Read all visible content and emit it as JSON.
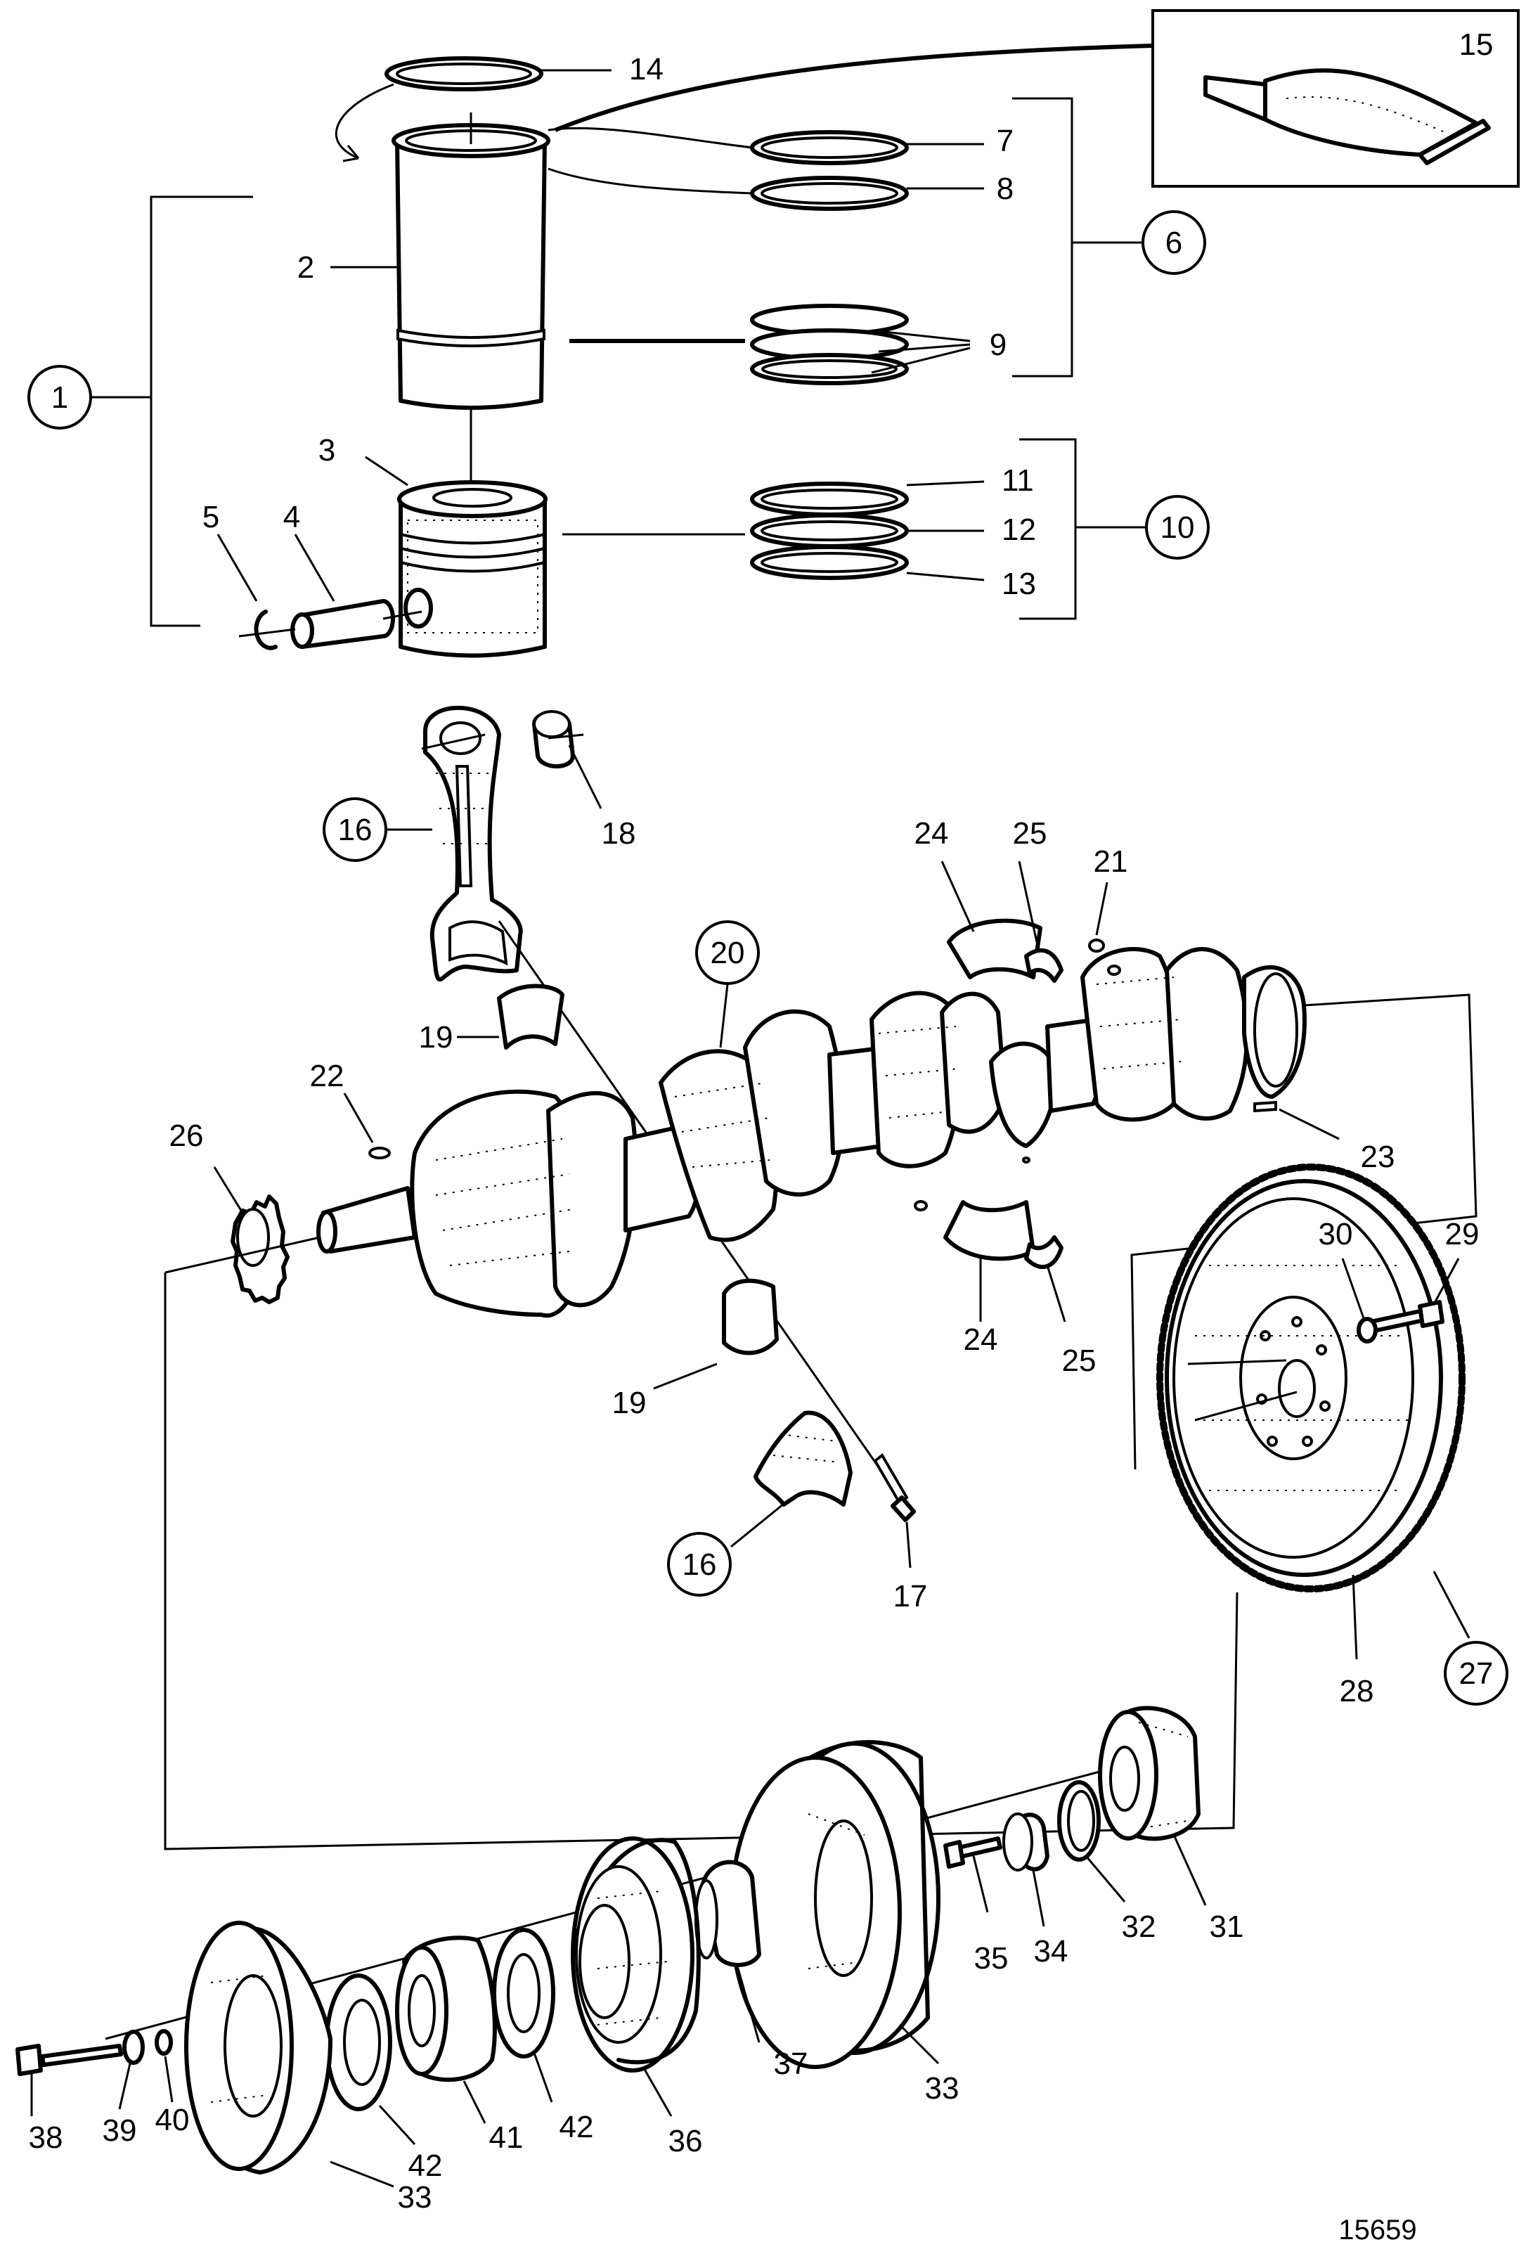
{
  "drawing_number": "15659",
  "callouts": {
    "c1": "1",
    "c2": "2",
    "c3": "3",
    "c4": "4",
    "c5": "5",
    "c6": "6",
    "c7": "7",
    "c8": "8",
    "c9": "9",
    "c10": "10",
    "c11": "11",
    "c12": "12",
    "c13": "13",
    "c14": "14",
    "c15": "15",
    "c16a": "16",
    "c16b": "16",
    "c17": "17",
    "c18": "18",
    "c19a": "19",
    "c19b": "19",
    "c20": "20",
    "c21": "21",
    "c22": "22",
    "c23": "23",
    "c24a": "24",
    "c24b": "24",
    "c25a": "25",
    "c25b": "25",
    "c26": "26",
    "c27": "27",
    "c28": "28",
    "c29": "29",
    "c30": "30",
    "c31": "31",
    "c32": "32",
    "c33a": "33",
    "c33b": "33",
    "c34": "34",
    "c35": "35",
    "c36": "36",
    "c37": "37",
    "c38": "38",
    "c39": "39",
    "c40": "40",
    "c41": "41",
    "c42a": "42",
    "c42b": "42"
  },
  "colors": {
    "line": "#000000",
    "background": "#ffffff"
  }
}
